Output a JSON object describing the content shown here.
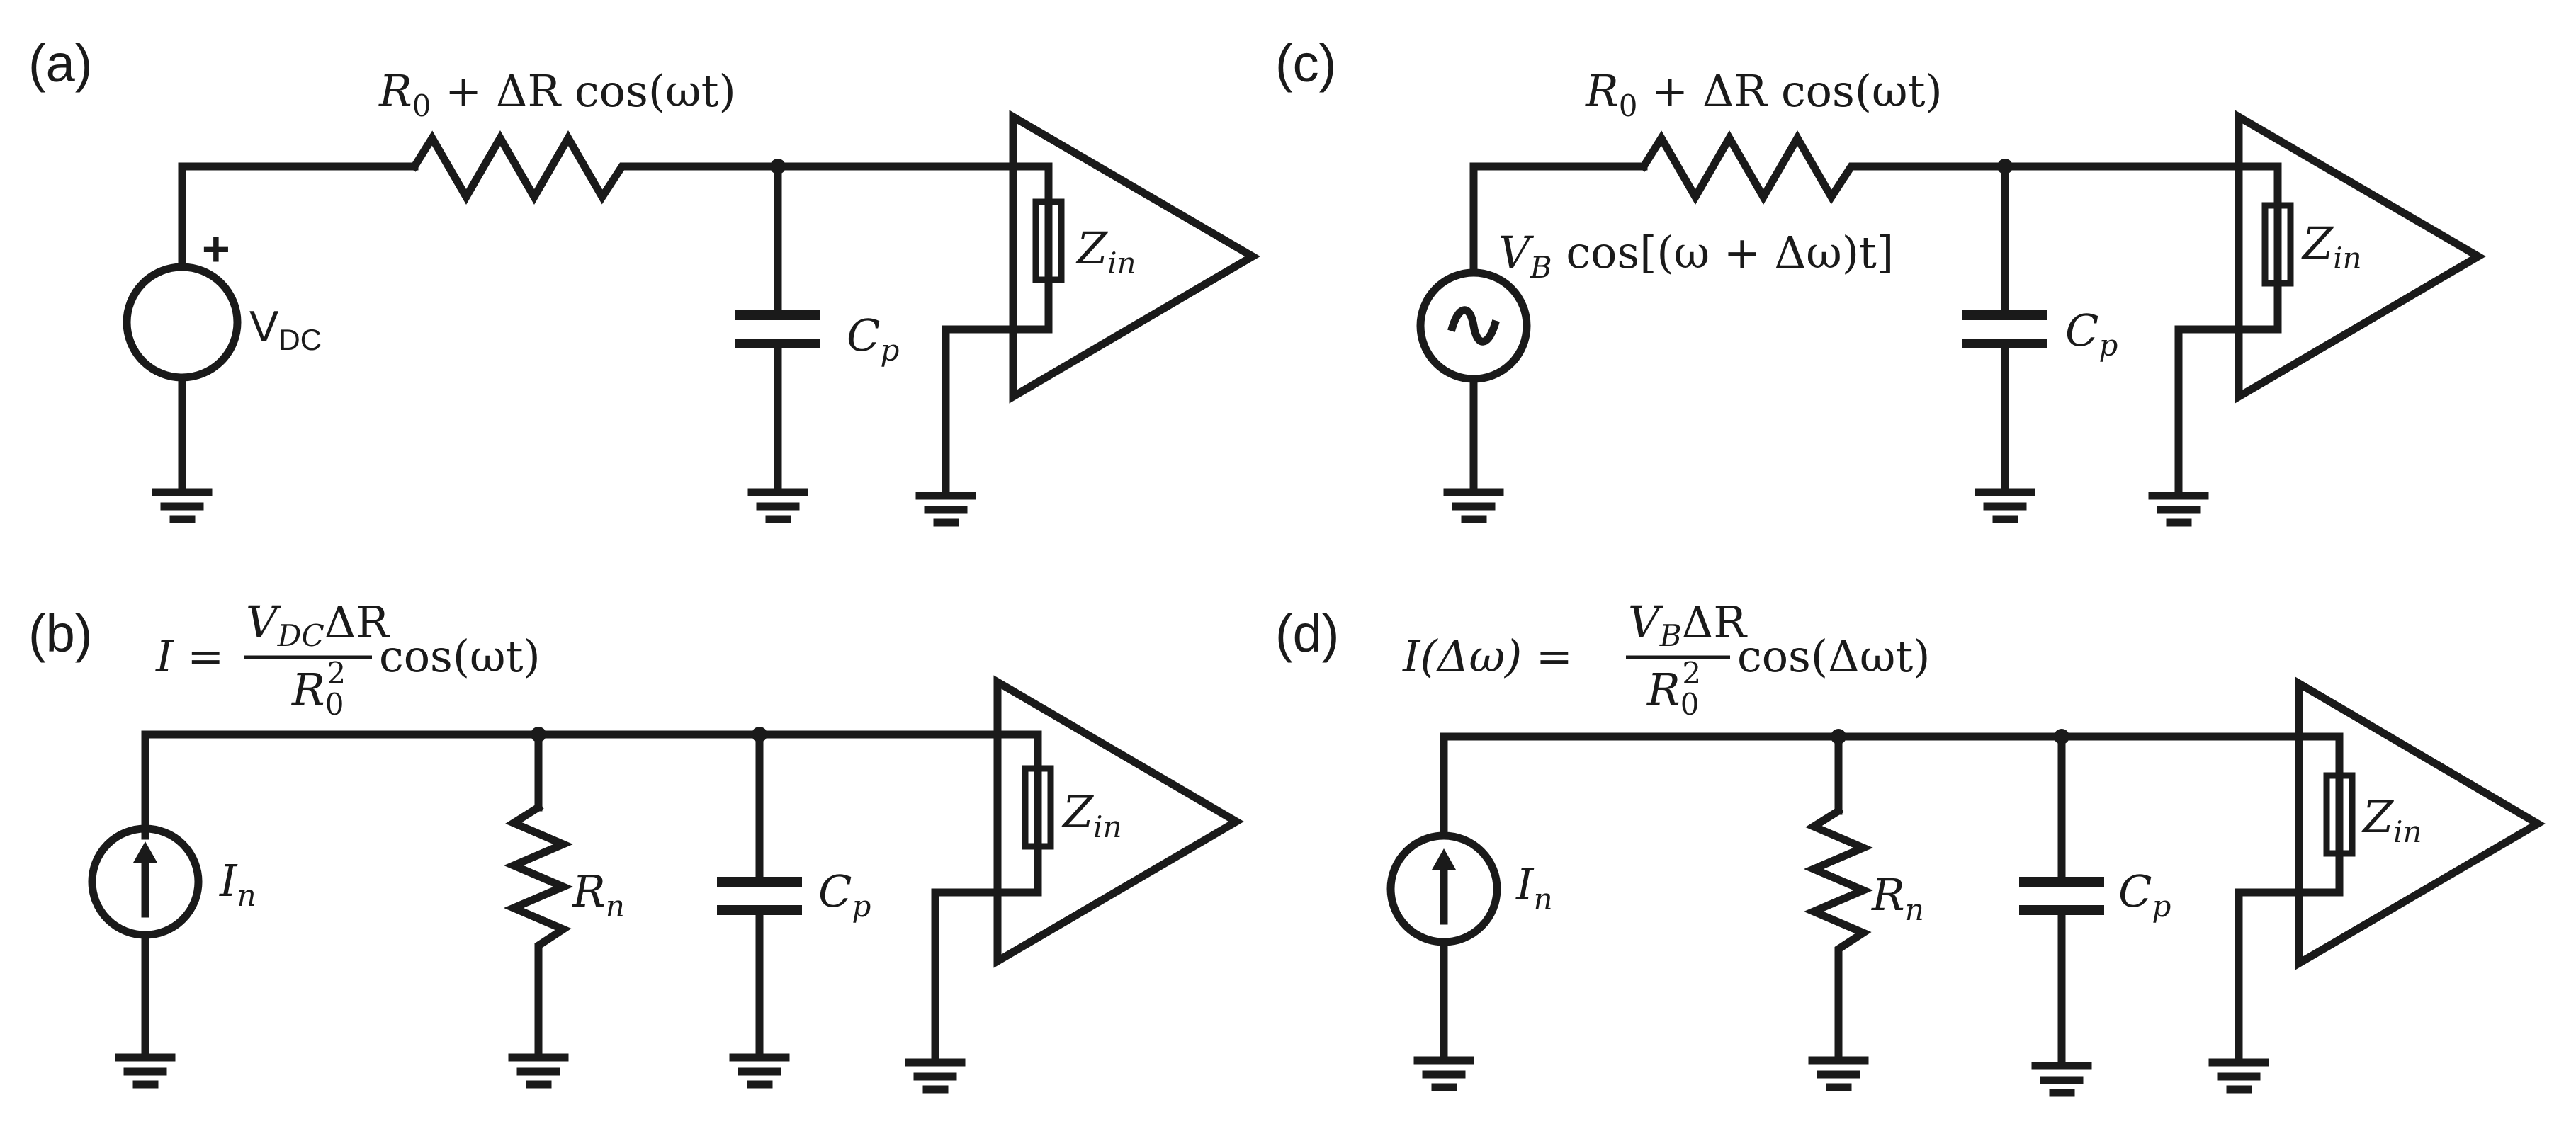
{
  "panels": {
    "a": {
      "label": "(a)",
      "resistor_label": {
        "sym": "R",
        "sub": "0",
        "rest": " + ΔR cos(ωt)"
      },
      "source_label": {
        "main": "V",
        "sub": "DC"
      },
      "source_polarity": "+",
      "capacitor_label": {
        "sym": "C",
        "sub": "p"
      },
      "amp_label": {
        "sym": "Z",
        "sub": "in"
      }
    },
    "b": {
      "label": "(b)",
      "equation": {
        "lhs": "I =",
        "num": "V",
        "num_sub": "DC",
        "num_rest": "ΔR",
        "den": "R",
        "den_sub": "0",
        "den_sup": "2",
        "tail": "cos(ωt)"
      },
      "source_label": {
        "sym": "I",
        "sub": "n"
      },
      "resistor_label": {
        "sym": "R",
        "sub": "n"
      },
      "capacitor_label": {
        "sym": "C",
        "sub": "p"
      },
      "amp_label": {
        "sym": "Z",
        "sub": "in"
      }
    },
    "c": {
      "label": "(c)",
      "resistor_label": {
        "sym": "R",
        "sub": "0",
        "rest": " + ΔR cos(ωt)"
      },
      "source_label": {
        "sym": "V",
        "sub": "B",
        "rest": " cos[(ω + Δω)t]"
      },
      "capacitor_label": {
        "sym": "C",
        "sub": "p"
      },
      "amp_label": {
        "sym": "Z",
        "sub": "in"
      }
    },
    "d": {
      "label": "(d)",
      "equation": {
        "lhs": "I(Δω) =",
        "num": "V",
        "num_sub": "B",
        "num_rest": "ΔR",
        "den": "R",
        "den_sub": "0",
        "den_sup": "2",
        "tail": "cos(Δωt)"
      },
      "source_label": {
        "sym": "I",
        "sub": "n"
      },
      "resistor_label": {
        "sym": "R",
        "sub": "n"
      },
      "capacitor_label": {
        "sym": "C",
        "sub": "p"
      },
      "amp_label": {
        "sym": "Z",
        "sub": "in"
      }
    }
  },
  "colors": {
    "ink": "#1a1a1a",
    "background": "#ffffff"
  }
}
